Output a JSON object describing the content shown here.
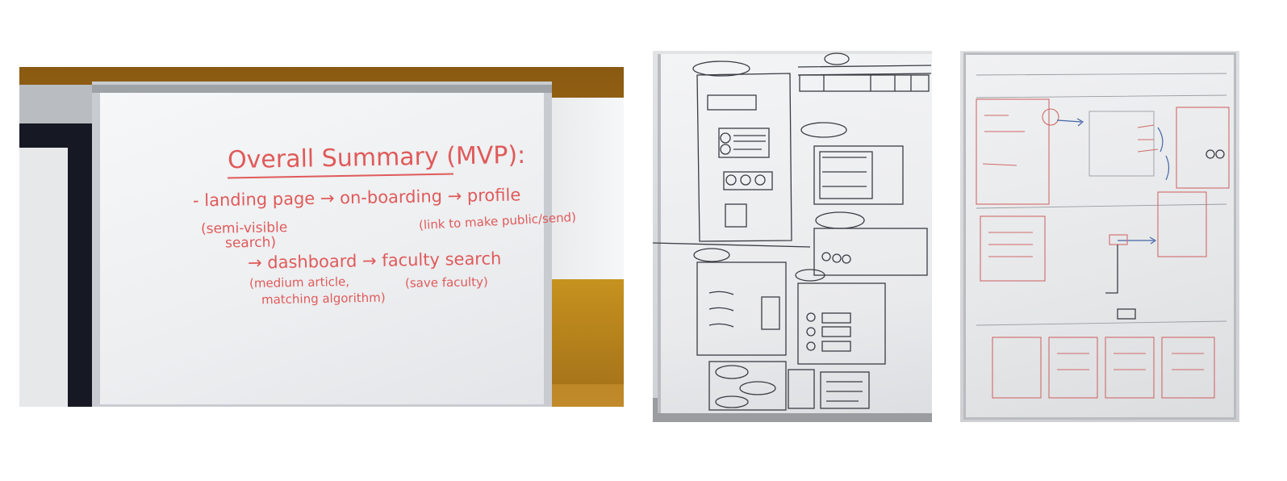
{
  "summary_board": {
    "title": "Overall Summary (MVP):",
    "line1": "- landing page → on-boarding → profile",
    "line2": "(semi-visible",
    "line3": "search)",
    "line4": "(link to make public/send)",
    "line5": "→ dashboard → faculty search",
    "line6": "(medium article,",
    "line7": "matching algorithm)",
    "line8": "(save faculty)"
  },
  "colors": {
    "marker_red": "#e05a5a",
    "wall_yellow": "#a66c14",
    "board_white": "#eef0f2"
  }
}
